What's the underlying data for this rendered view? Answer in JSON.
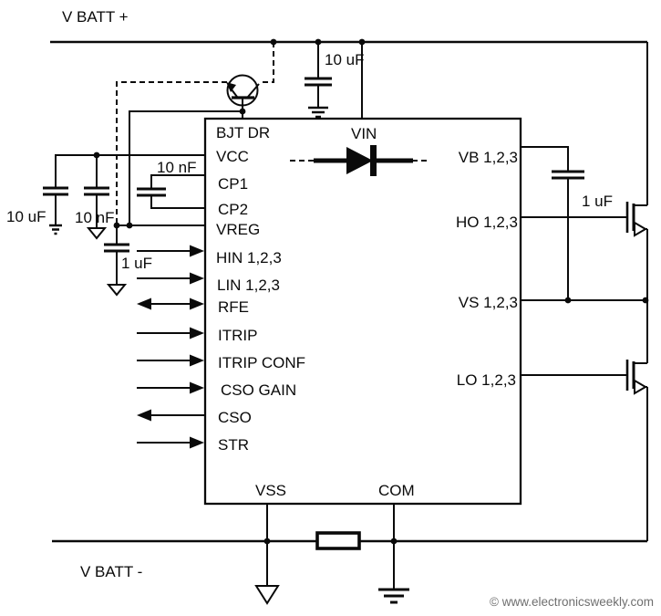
{
  "rails": {
    "v_batt_plus": "V BATT +",
    "v_batt_minus": "V BATT -"
  },
  "capacitors": {
    "top_bulk": "10 uF",
    "left_bulk": "10 uF",
    "left_decoupling": "10 nF",
    "charge_pump": "10 nF",
    "vreg": "1 uF",
    "bootstrap": "1 uF"
  },
  "ic": {
    "pins": {
      "bjt_dr": "BJT DR",
      "vcc": "VCC",
      "cp1": "CP1",
      "cp2": "CP2",
      "vreg": "VREG",
      "hin": "HIN 1,2,3",
      "lin": "LIN 1,2,3",
      "rfe": "RFE",
      "itrip": "ITRIP",
      "itrip_conf": "ITRIP CONF",
      "cso_gain": "CSO GAIN",
      "cso": "CSO",
      "str": "STR",
      "vin": "VIN",
      "vb": "VB 1,2,3",
      "ho": "HO 1,2,3",
      "vs": "VS 1,2,3",
      "lo": "LO 1,2,3",
      "vss": "VSS",
      "com": "COM"
    }
  },
  "watermark": "© www.electronicsweekly.com"
}
